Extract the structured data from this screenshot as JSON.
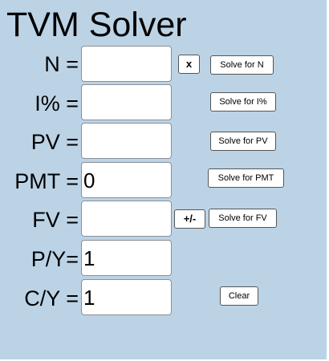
{
  "title": "TVM Solver",
  "fields": {
    "n": {
      "label": "N =",
      "value": ""
    },
    "i": {
      "label": "I% =",
      "value": ""
    },
    "pv": {
      "label": "PV =",
      "value": ""
    },
    "pmt": {
      "label": "PMT =",
      "value": "0"
    },
    "fv": {
      "label": "FV =",
      "value": ""
    },
    "py": {
      "label": "P/Y=",
      "value": "1"
    },
    "cy": {
      "label": "C/Y =",
      "value": "1"
    }
  },
  "buttons": {
    "clear_n": "x",
    "negate_fv": "+/-",
    "solve_n": "Solve for N",
    "solve_i": "Solve for I%",
    "solve_pv": "Solve for PV",
    "solve_pmt": "Solve for PMT",
    "solve_fv": "Solve for FV",
    "clear_all": "Clear"
  }
}
